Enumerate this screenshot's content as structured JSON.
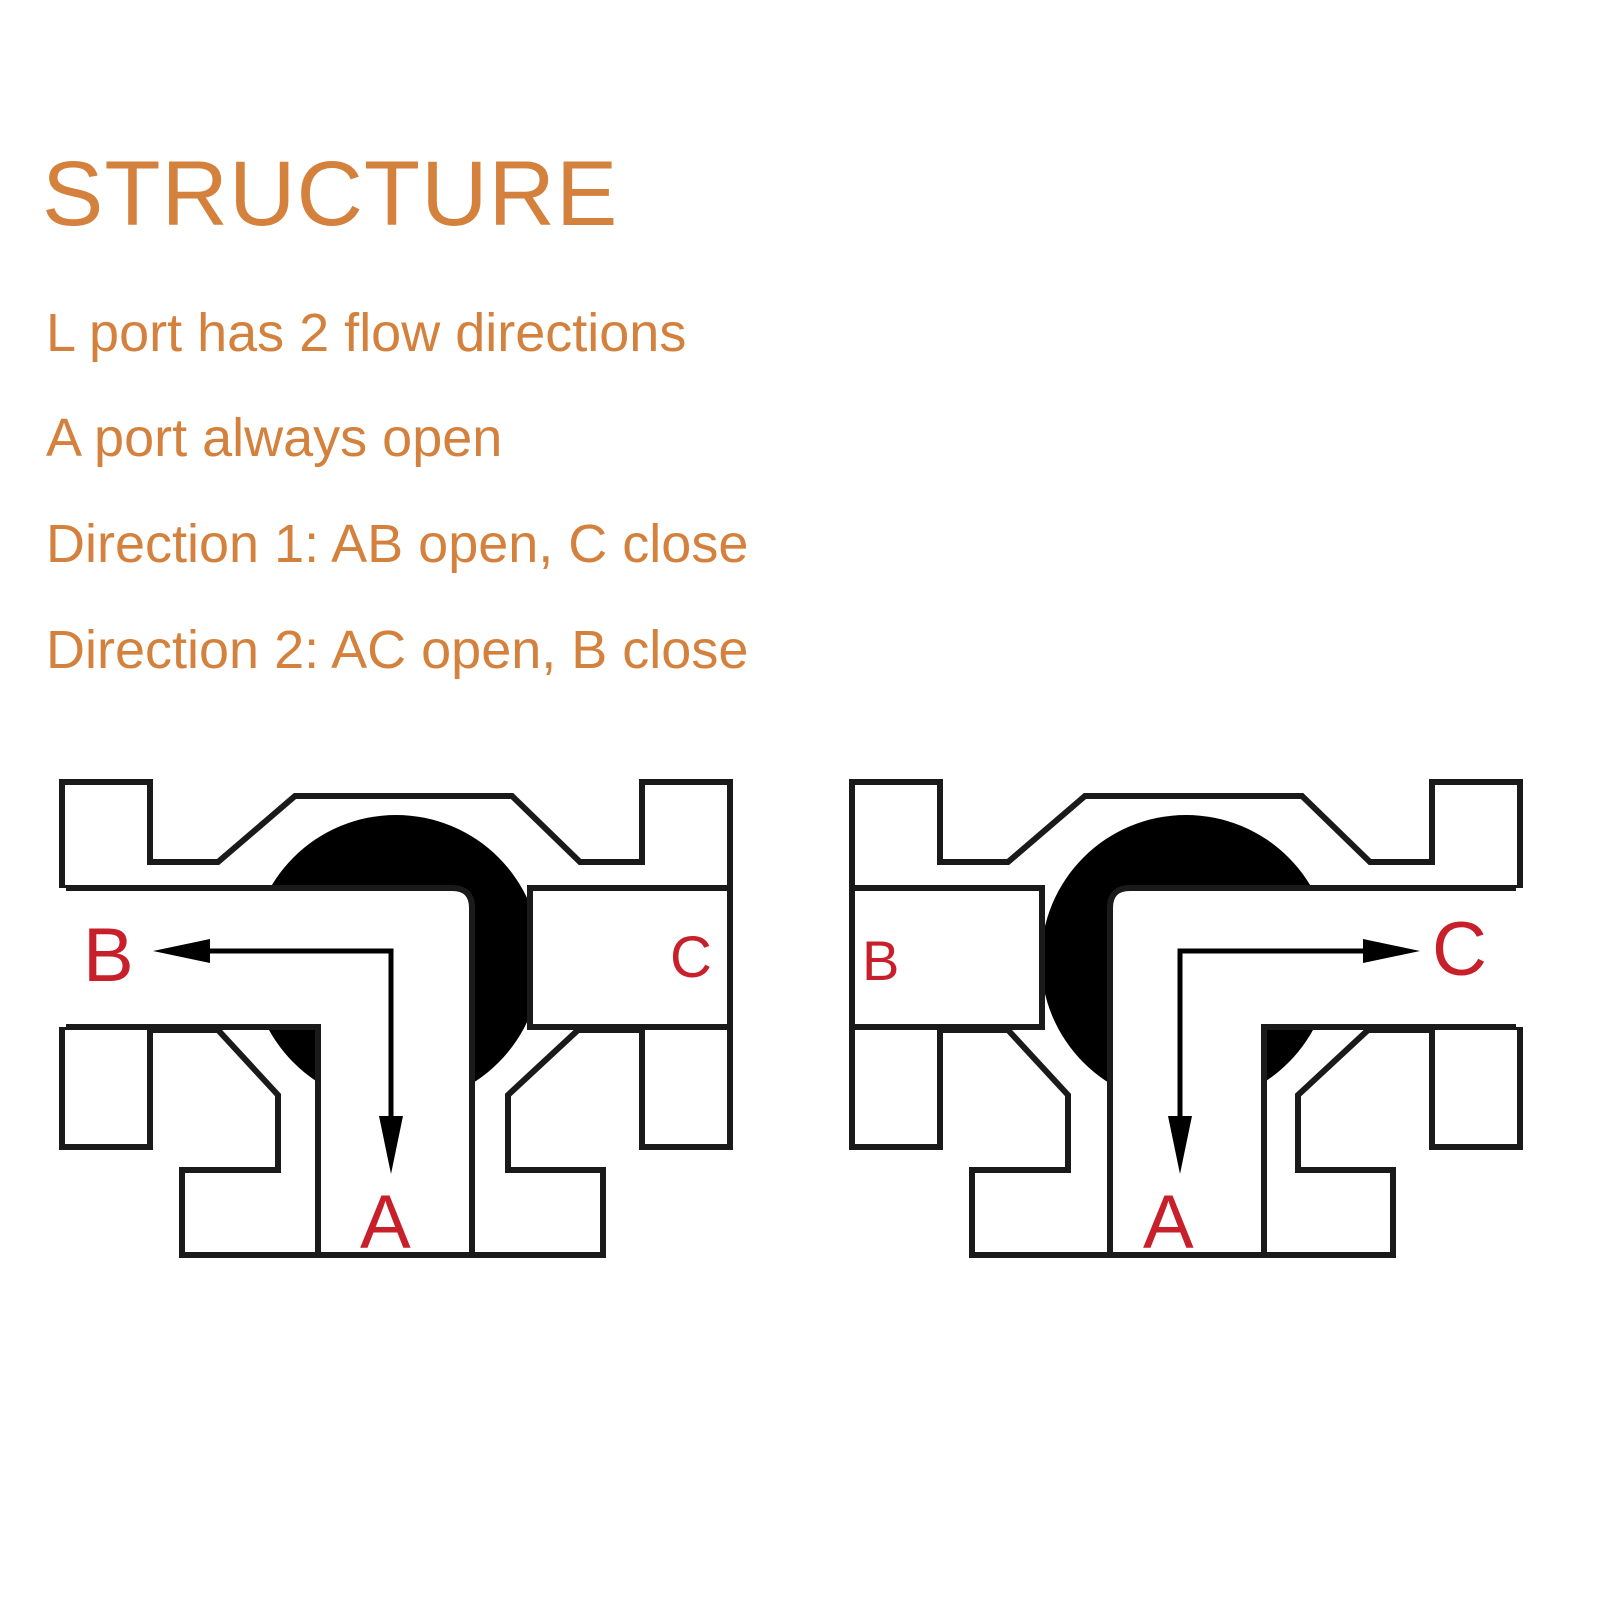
{
  "heading": "STRUCTURE",
  "lines": [
    "L port has 2 flow directions",
    "A port always open",
    "Direction 1: AB open, C close",
    "Direction 2: AC open, B close"
  ],
  "diagrams": [
    {
      "labels": {
        "left": "B",
        "right": "C",
        "bottom": "A"
      },
      "open_ports": [
        "A",
        "B"
      ],
      "closed_port": "C"
    },
    {
      "labels": {
        "left": "B",
        "right": "C",
        "bottom": "A"
      },
      "open_ports": [
        "A",
        "C"
      ],
      "closed_port": "B"
    }
  ],
  "colors": {
    "text": "#d4813d",
    "port_label": "#c8202a",
    "ball": "#000000",
    "outline": "#1a1a1a"
  }
}
